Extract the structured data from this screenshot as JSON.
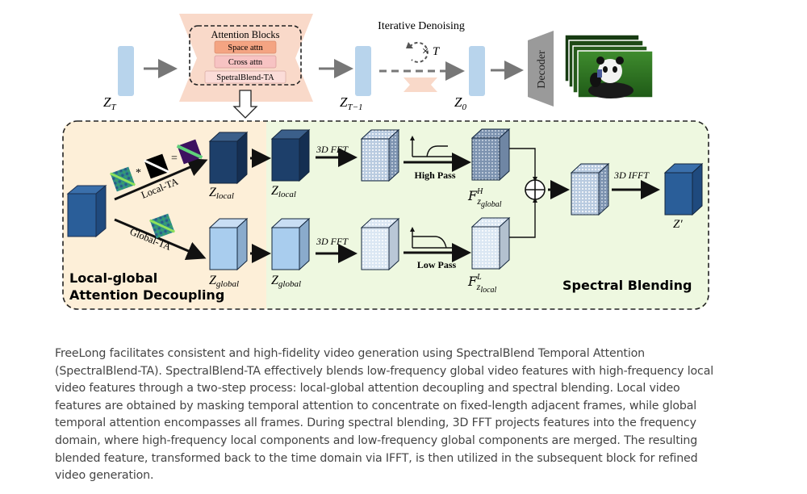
{
  "diagram": {
    "top": {
      "z_t_label": "Z",
      "z_t_sub": "T",
      "attention_blocks_title": "Attention Blocks",
      "blocks": [
        "Space attn",
        "Cross attn",
        "SpetralBlend-TA"
      ],
      "iterative_label": "Iterative Denoising",
      "times_label": "× T",
      "z_t1_label": "Z",
      "z_t1_sub": "T−1",
      "z_0_label": "Z",
      "z_0_sub": "0",
      "decoder_label": "Decoder",
      "output_description": "stacked video frames of a panda holding a phone"
    },
    "left_panel": {
      "title_line1": "Local-global",
      "title_line2": "Attention Decoupling",
      "local_ta_label": "Local-TA",
      "global_ta_label": "Global-TA",
      "op_multiply": "*",
      "op_equals": "=",
      "z_local_label": "Z",
      "z_local_sub": "local",
      "z_global_label": "Z",
      "z_global_sub": "global"
    },
    "right_panel": {
      "title": "Spectral Blending",
      "z_local_label": "Z",
      "z_local_sub": "local",
      "z_global_label": "Z",
      "z_global_sub": "global",
      "fft_top": "3D FFT",
      "fft_bottom": "3D FFT",
      "high_pass": "High Pass",
      "low_pass": "Low Pass",
      "f_top_main": "F",
      "f_top_sup": "H",
      "f_top_sub_z": "z",
      "f_top_sub": "global",
      "f_bottom_main": "F",
      "f_bottom_sup": "L",
      "f_bottom_sub_z": "z",
      "f_bottom_sub": "local",
      "ifft": "3D IFFT",
      "z_prime": "Z′"
    },
    "colors": {
      "latent_bar": "#b8d4ec",
      "unet_shape": "#f9d9c9",
      "space_attn": "#f4a482",
      "cross_attn": "#f7c3c3",
      "spectral_ta": "#fbdcd8",
      "left_bg": "#fdefd8",
      "right_bg": "#eef8e0",
      "cube_dark": "#1d3f6a",
      "cube_mid": "#2a5e99",
      "cube_light": "#a9cdee",
      "decoder": "#9a9a9a"
    }
  },
  "caption": "FreeLong facilitates consistent and high-fidelity video generation using SpectralBlend Temporal Attention (SpectralBlend-TA). SpectralBlend-TA effectively blends low-frequency global video features with high-frequency local video features through a two-step process: local-global attention decoupling and spectral blending. Local video features are obtained by masking temporal attention to concentrate on fixed-length adjacent frames, while global temporal attention encompasses all frames. During spectral blending, 3D FFT projects features into the frequency domain, where high-frequency local components and low-frequency global components are merged. The resulting blended feature, transformed back to the time domain via IFFT, is then utilized in the subsequent block for refined video generation."
}
